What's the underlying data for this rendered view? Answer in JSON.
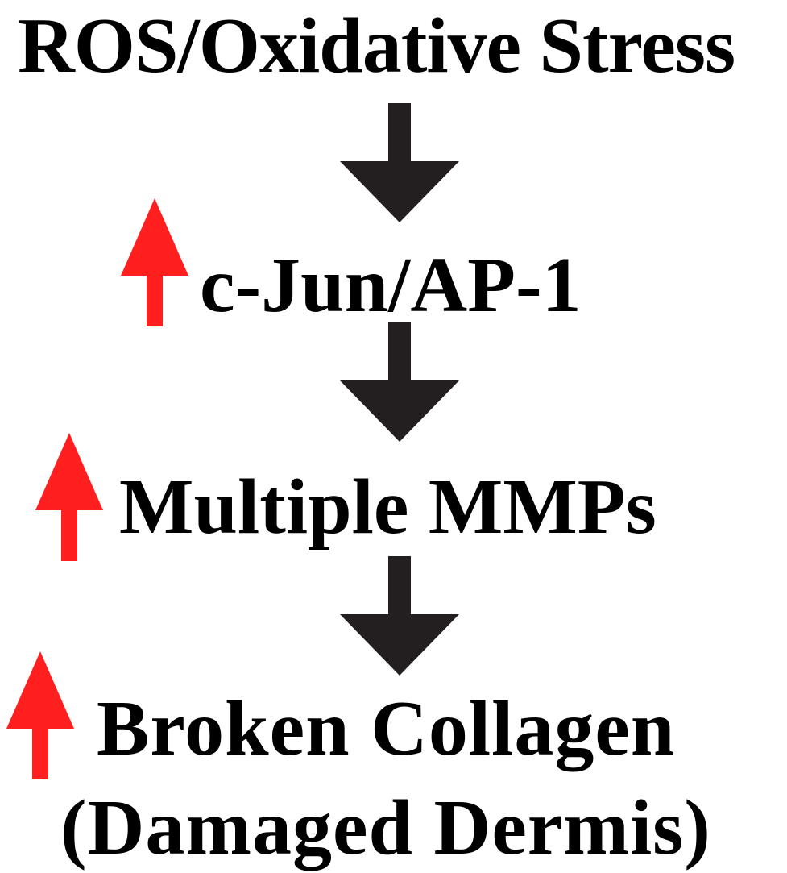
{
  "diagram": {
    "nodes": [
      {
        "id": "ros",
        "label": "ROS/Oxidative Stress",
        "upregulated": false
      },
      {
        "id": "cjun",
        "label": "c-Jun/AP-1",
        "upregulated": true
      },
      {
        "id": "mmps",
        "label": "Multiple MMPs",
        "upregulated": true
      },
      {
        "id": "collagen",
        "label": "Broken Collagen",
        "upregulated": true
      },
      {
        "id": "dermis",
        "label": "(Damaged Dermis)",
        "upregulated": false
      }
    ],
    "edges": [
      {
        "from": "ros",
        "to": "cjun"
      },
      {
        "from": "cjun",
        "to": "mmps"
      },
      {
        "from": "mmps",
        "to": "collagen"
      }
    ],
    "colors": {
      "flow_arrow": "#231f20",
      "up_arrow": "#ff1f1f",
      "text": "#000000"
    },
    "icons": {
      "flow_arrow": "down-arrow-icon",
      "up_arrow": "up-arrow-icon"
    }
  }
}
